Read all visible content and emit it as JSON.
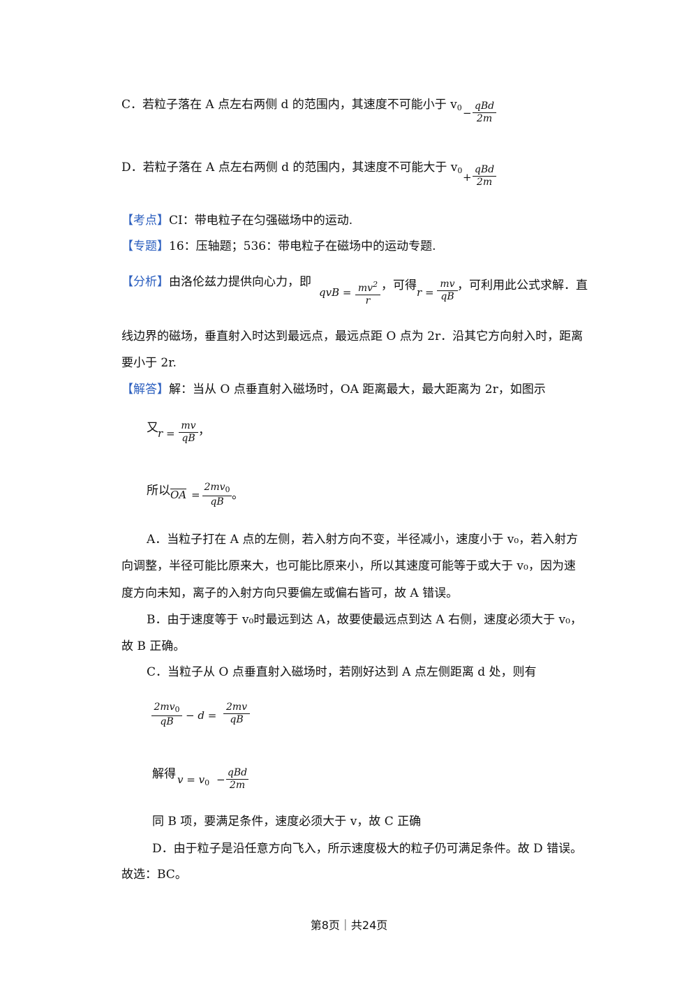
{
  "option_c": {
    "text": "C．若粒子落在 A 点左右两侧 d 的范围内，其速度不可能小于 v",
    "sub": "0",
    "op": "−",
    "frac_num": "qBd",
    "frac_den": "2m"
  },
  "option_d": {
    "text": "D．若粒子落在 A 点左右两侧 d 的范围内，其速度不可能大于 v",
    "sub": "0",
    "op": "+",
    "frac_num": "qBd",
    "frac_den": "2m"
  },
  "kaodian": {
    "tag": "【考点】",
    "text": "CI：带电粒子在匀强磁场中的运动."
  },
  "zhuanti": {
    "tag": "【专题】",
    "text": "16：压轴题；536：带电粒子在磁场中的运动专题."
  },
  "fenxi": {
    "tag": "【分析】",
    "text1": "由洛伦兹力提供向心力，即",
    "eq1_lhs": "qvB =",
    "eq1_num": "mv",
    "eq1_sup": "2",
    "eq1_den": "r",
    "text2": "，可得",
    "eq2_lhs": "r =",
    "eq2_num": "mv",
    "eq2_den": "qB",
    "text3": "，可利用此公式求解．直",
    "line2": "线边界的磁场，垂直射入时达到最远点，最远点距 O 点为 2r．沿其它方向射入时，距离",
    "line3": "要小于 2r."
  },
  "jieda": {
    "tag": "【解答】",
    "text": "解：当从 O 点垂直射入磁场时，OA 距离最大，最大距离为 2r，如图示",
    "you": "又",
    "you_lhs": "r =",
    "you_num": "mv",
    "you_den": "qB",
    "you_tail": "，",
    "suoyi": "所以",
    "oa_lhs": "OA",
    "oa_eq": "=",
    "oa_num": "2mv",
    "oa_num_sub": "0",
    "oa_den": "qB",
    "oa_tail": "。",
    "a1": "A．当粒子打在 A 点的左侧，若入射方向不变，半径减小，速度小于 v₀，若入射方",
    "a2": "向调整，半径可能比原来大，也可能比原来小，所以其速度可能等于或大于 v₀，因为速",
    "a3": "度方向未知，离子的入射方向只要偏左或偏右皆可，故 A 错误。",
    "b1": "B．由于速度等于 v₀时最远到达 A，故要使最远点到达 A 右侧，速度必须大于 v₀，",
    "b2": "故 B 正确。",
    "c1": "C．当粒子从 O 点垂直射入磁场时，若刚好达到 A 点左侧距离 d 处，则有",
    "eq3_num1": "2mv",
    "eq3_num1_sub": "0",
    "eq3_den1": "qB",
    "eq3_mid": "− d =",
    "eq3_num2": "2mv",
    "eq3_den2": "qB",
    "jiede": "解得",
    "eq4_lhs": "v = v",
    "eq4_lhs_sub": "0",
    "eq4_op": "−",
    "eq4_num": "qBd",
    "eq4_den": "2m",
    "c2": "同 B 项，要满足条件，速度必须大于 v，故 C 正确",
    "d1": "D．由于粒子是沿任意方向飞入，所示速度极大的粒子仍可满足条件。故 D 错误。",
    "answer": "故选：BC。"
  },
  "footer": "第8页｜共24页"
}
